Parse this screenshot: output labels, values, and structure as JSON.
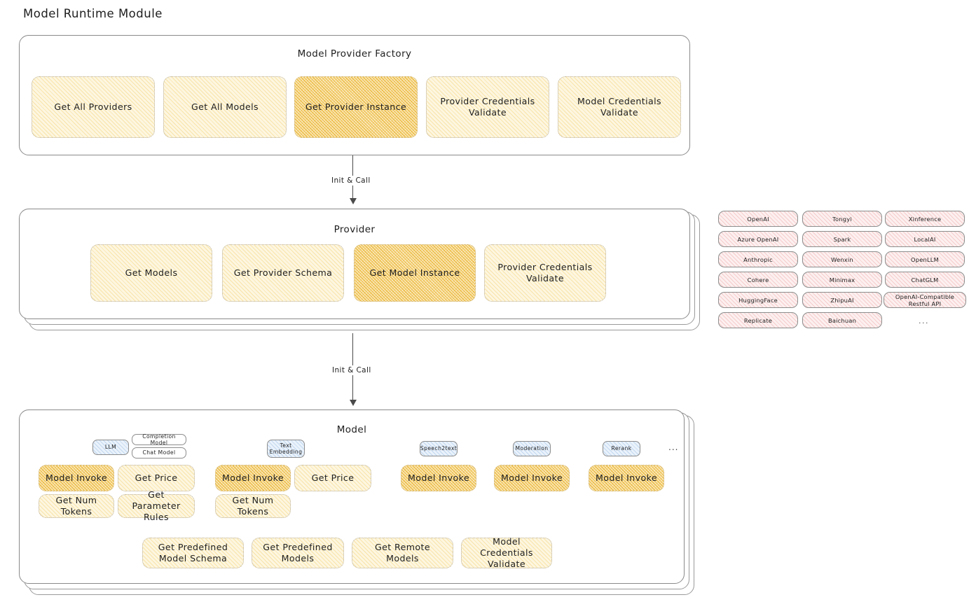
{
  "page": {
    "title": "Model Runtime Module"
  },
  "factory": {
    "title": "Model Provider Factory",
    "boxes": [
      {
        "label": "Get All Providers",
        "highlight": false
      },
      {
        "label": "Get All Models",
        "highlight": false
      },
      {
        "label": "Get Provider Instance",
        "highlight": true
      },
      {
        "label": "Provider Credentials Validate",
        "highlight": false
      },
      {
        "label": "Model Credentials Validate",
        "highlight": false
      }
    ]
  },
  "arrows": [
    {
      "label": "Init & Call"
    },
    {
      "label": "Init & Call"
    }
  ],
  "provider": {
    "title": "Provider",
    "boxes": [
      {
        "label": "Get Models",
        "highlight": false
      },
      {
        "label": "Get Provider Schema",
        "highlight": false
      },
      {
        "label": "Get Model Instance",
        "highlight": true
      },
      {
        "label": "Provider Credentials Validate",
        "highlight": false
      }
    ]
  },
  "provider_list": {
    "ellipsis": "...",
    "columns": [
      {
        "items": [
          "OpenAI",
          "Azure OpenAI",
          "Anthropic",
          "Cohere",
          "HuggingFace",
          "Replicate"
        ]
      },
      {
        "items": [
          "Tongyi",
          "Spark",
          "Wenxin",
          "Minimax",
          "ZhipuAI",
          "Baichuan"
        ]
      },
      {
        "items": [
          "Xinference",
          "LocalAI",
          "OpenLLM",
          "ChatGLM",
          "OpenAI-Compatible Restful API"
        ]
      }
    ]
  },
  "model": {
    "title": "Model",
    "ellipsis": "...",
    "types": [
      {
        "name": "LLM",
        "tags": [
          "Completion Model",
          "Chat Model"
        ],
        "boxes": [
          {
            "label": "Model Invoke",
            "highlight": true
          },
          {
            "label": "Get Price",
            "highlight": false
          },
          {
            "label": "Get Num Tokens",
            "highlight": false
          },
          {
            "label": "Get Parameter Rules",
            "highlight": false
          }
        ]
      },
      {
        "name": "Text Embedding",
        "tags": [],
        "boxes": [
          {
            "label": "Model Invoke",
            "highlight": true
          },
          {
            "label": "Get Price",
            "highlight": false
          },
          {
            "label": "Get Num Tokens",
            "highlight": false
          }
        ]
      },
      {
        "name": "Speech2text",
        "tags": [],
        "boxes": [
          {
            "label": "Model Invoke",
            "highlight": true
          }
        ]
      },
      {
        "name": "Moderation",
        "tags": [],
        "boxes": [
          {
            "label": "Model Invoke",
            "highlight": true
          }
        ]
      },
      {
        "name": "Rerank",
        "tags": [],
        "boxes": [
          {
            "label": "Model Invoke",
            "highlight": true
          }
        ]
      }
    ],
    "common_boxes": [
      {
        "label": "Get Predefined Model Schema"
      },
      {
        "label": "Get Predefined Models"
      },
      {
        "label": "Get Remote Models"
      },
      {
        "label": "Model Credentials Validate"
      }
    ]
  }
}
